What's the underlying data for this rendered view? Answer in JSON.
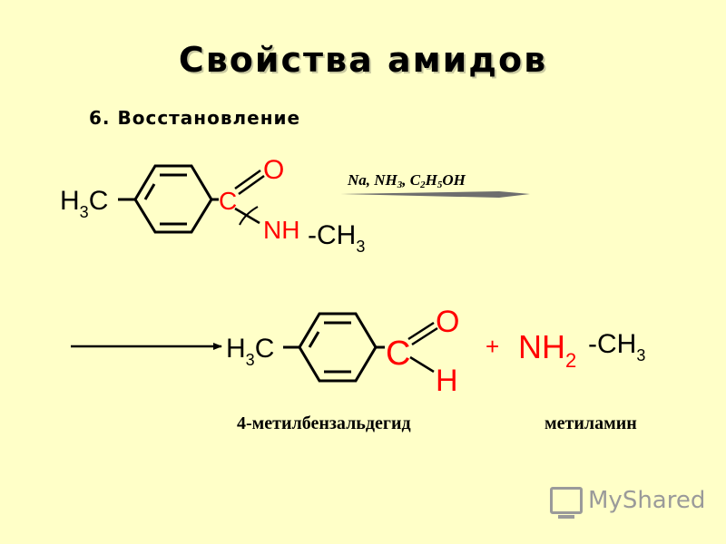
{
  "slide": {
    "title": "Свойства амидов",
    "subtitle": "6. Восстановление"
  },
  "reactant": {
    "methyl": {
      "h": "H",
      "sub": "3",
      "c": "C"
    },
    "carbonyl_c": "C",
    "carbonyl_o": "O",
    "nh": "NH",
    "n_methyl": {
      "dash": "-",
      "ch": "CH",
      "sub": "3"
    }
  },
  "reagents": {
    "na": "Na, NH",
    "nh3_sub": "3",
    "sep": ", C",
    "c2_sub": "2",
    "h": "H",
    "h5_sub": "5",
    "oh": "OH"
  },
  "product_aldehyde": {
    "methyl": {
      "h": "H",
      "sub": "3",
      "c": "C"
    },
    "c": "C",
    "o": "O",
    "h": "H",
    "name": "4-метилбензальдегид"
  },
  "plus": "+",
  "product_amine": {
    "nh": "NH",
    "sub": "2",
    "dash": "-",
    "ch": "CH",
    "ch_sub": "3",
    "name": "метиламин"
  },
  "watermark": {
    "text": "MyShared",
    "icon": "projector-icon"
  },
  "colors": {
    "background": "#FFFFC8",
    "heteroatom": "#FF0000",
    "arrow_top": "#6E6E6E",
    "watermark": "#9A9A9A"
  }
}
